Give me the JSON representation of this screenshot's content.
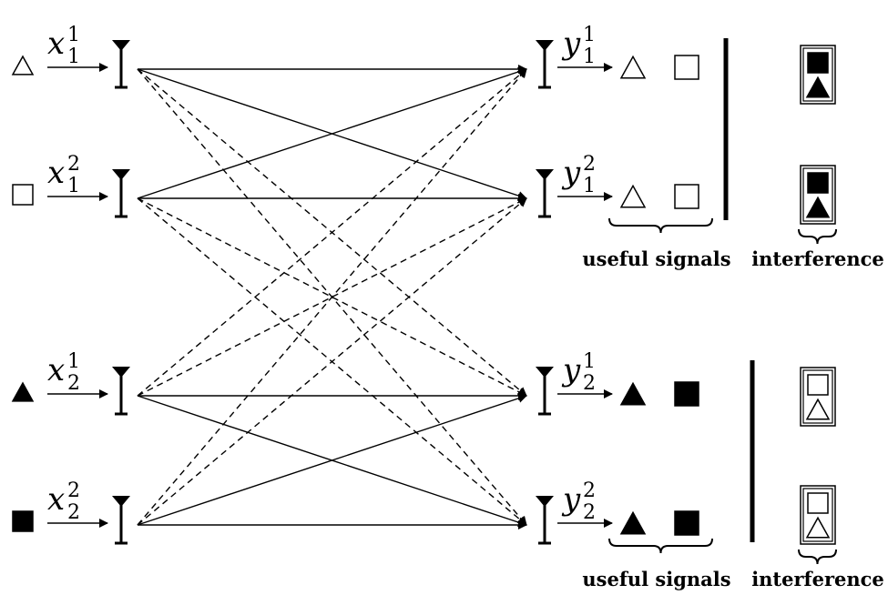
{
  "transmitters": [
    {
      "var": "x",
      "sub": "1",
      "sup": "1",
      "symbol": "triangle",
      "filled": false
    },
    {
      "var": "x",
      "sub": "1",
      "sup": "2",
      "symbol": "square",
      "filled": false
    },
    {
      "var": "x",
      "sub": "2",
      "sup": "1",
      "symbol": "triangle",
      "filled": true
    },
    {
      "var": "x",
      "sub": "2",
      "sup": "2",
      "symbol": "square",
      "filled": true
    }
  ],
  "receivers": [
    {
      "var": "y",
      "sub": "1",
      "sup": "1"
    },
    {
      "var": "y",
      "sub": "1",
      "sup": "2"
    },
    {
      "var": "y",
      "sub": "2",
      "sup": "1"
    },
    {
      "var": "y",
      "sub": "2",
      "sup": "2"
    }
  ],
  "links": [
    {
      "from": 0,
      "to": 0,
      "style": "solid"
    },
    {
      "from": 0,
      "to": 1,
      "style": "solid"
    },
    {
      "from": 0,
      "to": 2,
      "style": "dashed"
    },
    {
      "from": 0,
      "to": 3,
      "style": "dashed"
    },
    {
      "from": 1,
      "to": 0,
      "style": "solid"
    },
    {
      "from": 1,
      "to": 1,
      "style": "solid"
    },
    {
      "from": 1,
      "to": 2,
      "style": "dashed"
    },
    {
      "from": 1,
      "to": 3,
      "style": "dashed"
    },
    {
      "from": 2,
      "to": 0,
      "style": "dashed"
    },
    {
      "from": 2,
      "to": 1,
      "style": "dashed"
    },
    {
      "from": 2,
      "to": 2,
      "style": "solid"
    },
    {
      "from": 2,
      "to": 3,
      "style": "solid"
    },
    {
      "from": 3,
      "to": 0,
      "style": "dashed"
    },
    {
      "from": 3,
      "to": 1,
      "style": "dashed"
    },
    {
      "from": 3,
      "to": 2,
      "style": "solid"
    },
    {
      "from": 3,
      "to": 3,
      "style": "solid"
    }
  ],
  "groups": [
    {
      "useful_label": "useful signals",
      "interference_label": "interference",
      "useful_filled": false,
      "interference_filled": true
    },
    {
      "useful_label": "useful signals",
      "interference_label": "interference",
      "useful_filled": true,
      "interference_filled": false
    }
  ],
  "colors": {
    "ink": "#000000",
    "background": "#ffffff"
  }
}
